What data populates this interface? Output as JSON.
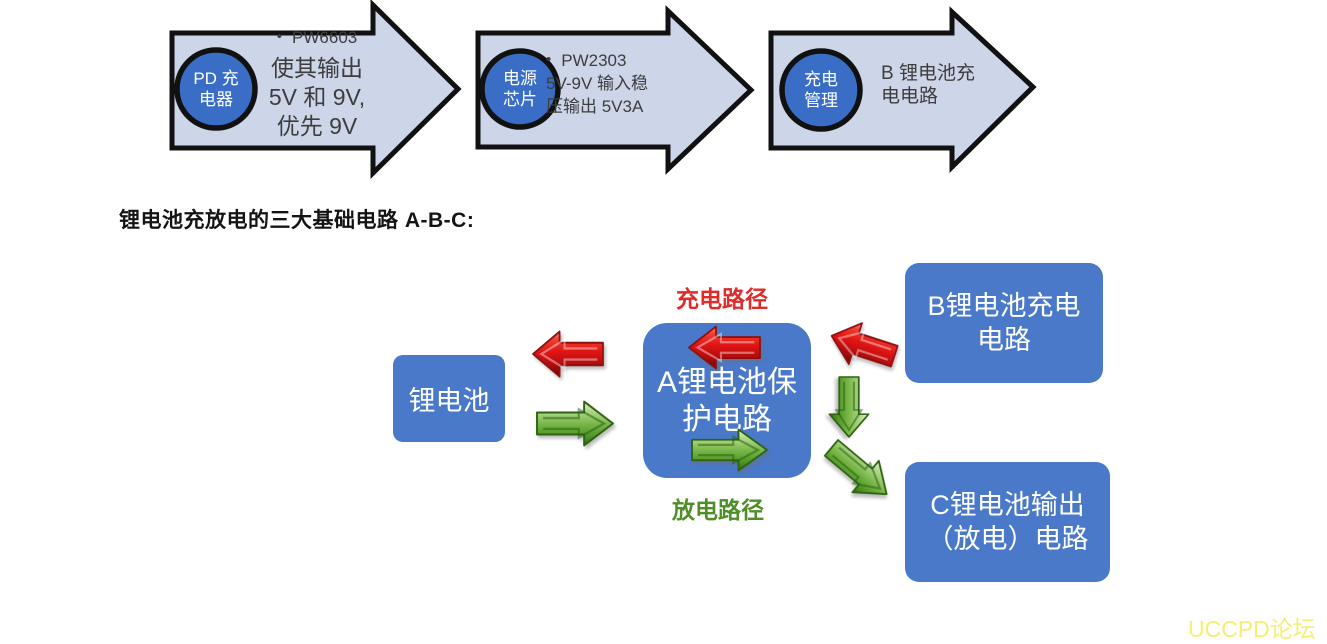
{
  "process": [
    {
      "circle_line1": "PD 充",
      "circle_line2": "电器",
      "bullet": "•",
      "chip": "PW6603",
      "line1": "使其输出",
      "line2": "5V 和 9V,",
      "line3": "优先 9V"
    },
    {
      "circle_line1": "电源",
      "circle_line2": "芯片",
      "bullet": "•",
      "chip": "PW2303",
      "line1": "5V-9V 输入稳",
      "line2": "压输出 5V3A"
    },
    {
      "circle_line1": "充电",
      "circle_line2": "管理",
      "line1": "B 锂电池充",
      "line2": "电电路"
    }
  ],
  "heading": "锂电池充放电的三大基础电路 A-B-C:",
  "flow": {
    "battery": "锂电池",
    "protect_line1": "A锂电池保",
    "protect_line2": "护电路",
    "charge_box_line1": "B锂电池充电",
    "charge_box_line2": "电路",
    "output_box_line1": "C锂电池输出",
    "output_box_line2": "（放电）电路",
    "charge_label": "充电路径",
    "discharge_label": "放电路径"
  },
  "watermark": "UCCPD论坛",
  "colors": {
    "box_blue": "#4a79c9",
    "circle_blue": "#3a6ec6",
    "process_arrow_fill": "#cdd5e9",
    "charge_red": "#e02b2b",
    "discharge_green": "#4f8f28",
    "watermark_yellow": "#f7ef70"
  }
}
